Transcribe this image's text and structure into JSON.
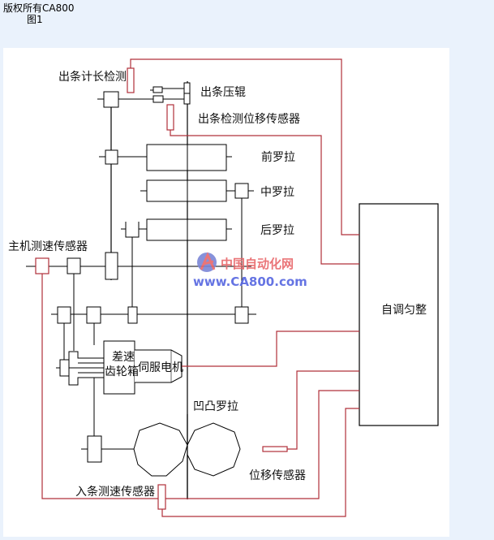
{
  "header": {
    "copyright": "版权所有CA800",
    "figure_label": "图1"
  },
  "watermark": {
    "cn": "中国自动化网",
    "url": "www.CA800.com"
  },
  "labels": {
    "out_length_detect": "出条计长检测",
    "out_press_roller": "出条压辊",
    "out_displacement_sensor": "出条检测位移传感器",
    "front_roller": "前罗拉",
    "middle_roller": "中罗拉",
    "back_roller": "后罗拉",
    "main_speed_sensor": "主机测速传感器",
    "diff_gearbox_line1": "差速",
    "diff_gearbox_line2": "齿轮箱",
    "servo_motor": "伺服电机",
    "concave_convex_roller": "凹凸罗拉",
    "displacement_sensor": "位移传感器",
    "in_speed_sensor": "入条测速传感器",
    "controller": "自调匀整"
  },
  "colors": {
    "mech_line": "#000000",
    "signal_line": "#b0303a",
    "sensor_fill": "#ffffff",
    "background": "#eaf2fc"
  }
}
